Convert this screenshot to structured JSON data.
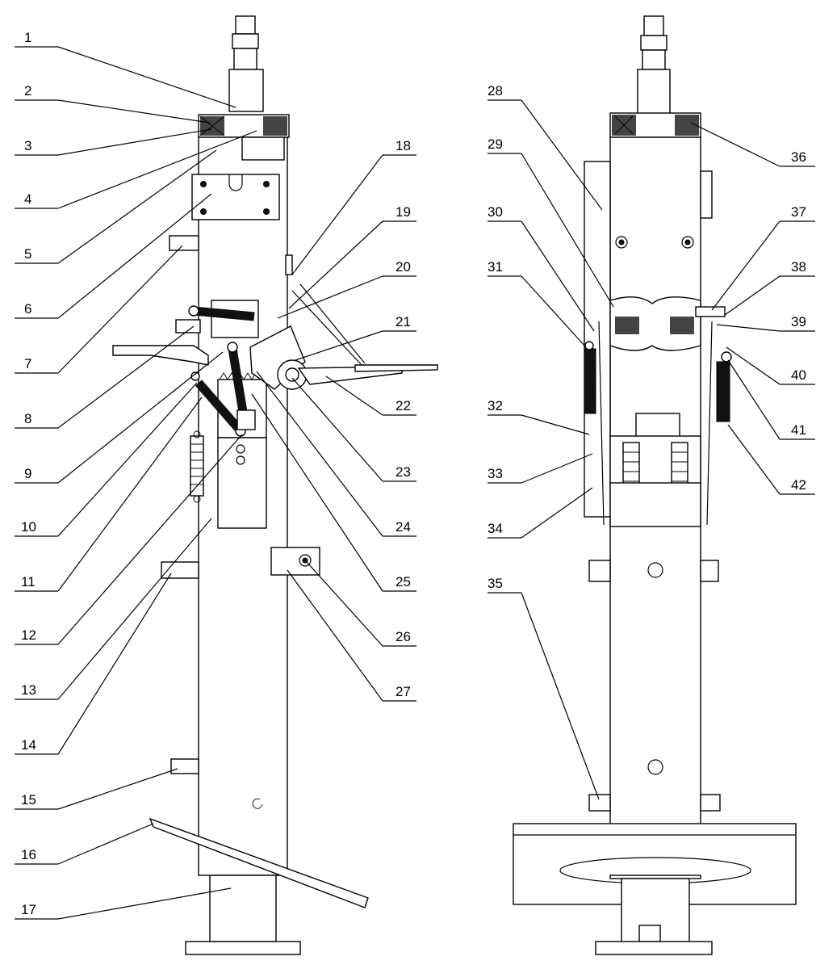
{
  "left_view": {
    "callouts_left": [
      "1",
      "2",
      "3",
      "4",
      "5",
      "6",
      "7",
      "8",
      "9",
      "10",
      "11",
      "12",
      "13",
      "14",
      "15",
      "16",
      "17"
    ],
    "callouts_right": [
      "18",
      "19",
      "20",
      "21",
      "22",
      "23",
      "24",
      "25",
      "26",
      "27"
    ]
  },
  "right_view": {
    "callouts_left": [
      "28",
      "29",
      "30",
      "31",
      "32",
      "33",
      "34",
      "35"
    ],
    "callouts_right": [
      "36",
      "37",
      "38",
      "39",
      "40",
      "41",
      "42"
    ]
  }
}
